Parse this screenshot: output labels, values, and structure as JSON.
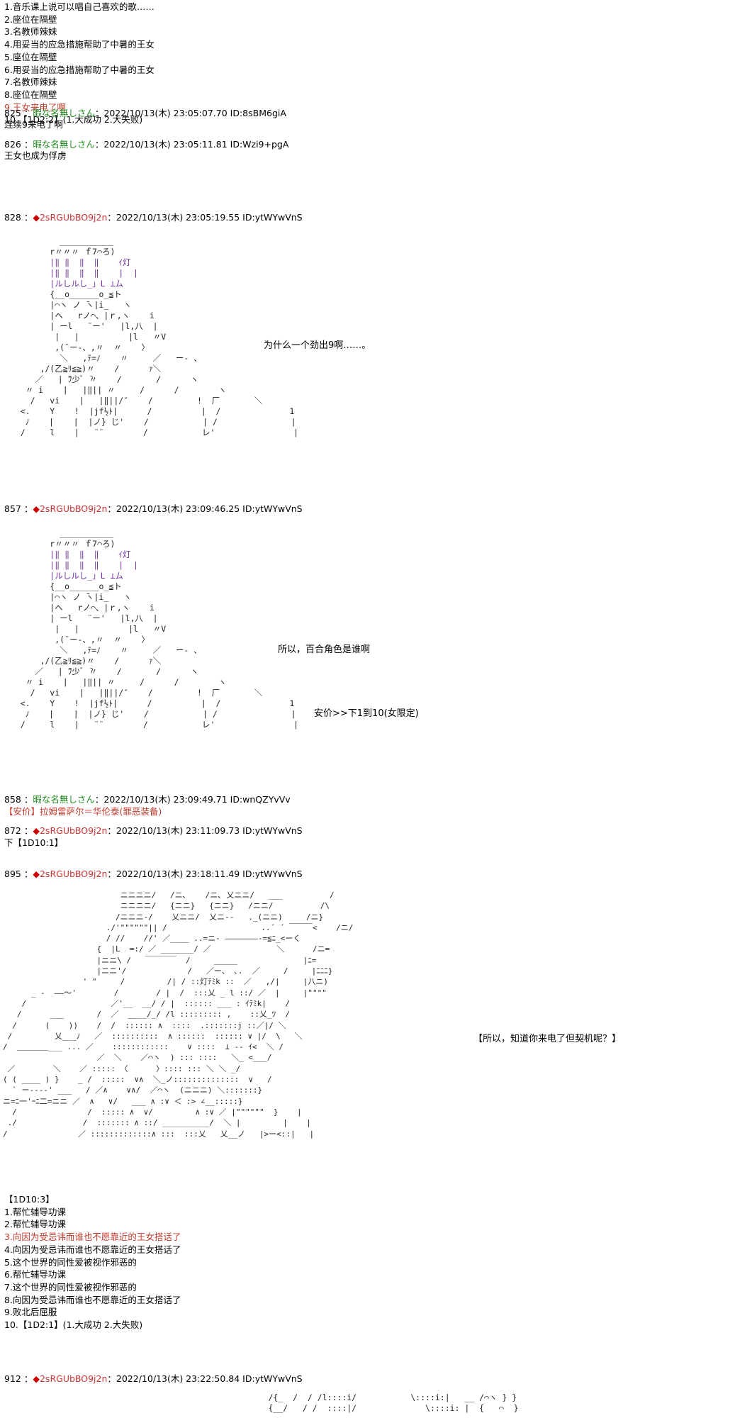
{
  "list1": [
    {
      "text": "1.音乐课上说可以唱自己喜欢的歌……",
      "hl": false
    },
    {
      "text": "2.座位在隔壁",
      "hl": false
    },
    {
      "text": "3.名教师辣妹",
      "hl": false
    },
    {
      "text": "4.用妥当的应急措施帮助了中暑的王女",
      "hl": false
    },
    {
      "text": "5.座位在隔壁",
      "hl": false
    },
    {
      "text": "6.用妥当的应急措施帮助了中暑的王女",
      "hl": false
    },
    {
      "text": "7.名教师辣妹",
      "hl": false
    },
    {
      "text": "8.座位在隔壁",
      "hl": false
    },
    {
      "text": "9.王女来电了啊",
      "hl": true
    },
    {
      "text": "10.【1D2:2】(1.大成功  2.大失败)",
      "hl": false
    }
  ],
  "posts": {
    "p825": {
      "num": "825",
      "sep": "：",
      "name": "暇な名無しさん",
      "meta": "：2022/10/13(木) 23:05:07.70 ID:8sBM6giA",
      "body": "连续9来电了啊"
    },
    "p826": {
      "num": "826",
      "sep": "：",
      "name": "暇な名無しさん",
      "meta": "：2022/10/13(木) 23:05:11.81 ID:Wzi9+pgA",
      "body": "王女也成为俘虏"
    },
    "p828": {
      "num": "828",
      "sep": "：",
      "diamond": "◆",
      "name": "2sRGUbBO9j2n",
      "meta": "：2022/10/13(木) 23:05:19.55 ID:ytWYwVnS",
      "say": "为什么一个劲出9啊……。"
    },
    "p857": {
      "num": "857",
      "sep": "：",
      "diamond": "◆",
      "name": "2sRGUbBO9j2n",
      "meta": "：2022/10/13(木) 23:09:46.25 ID:ytWYwVnS",
      "say": "所以，百合角色是谁啊",
      "say2": "安价>>下1到10(女限定)"
    },
    "p858": {
      "num": "858",
      "sep": "：",
      "name": "暇な名無しさん",
      "meta": "：2022/10/13(木) 23:09:49.71 ID:wnQZYvVv",
      "body": "【安价】拉姆雷萨尔＝华伦泰(罪恶装备)"
    },
    "p872": {
      "num": "872",
      "sep": "：",
      "diamond": "◆",
      "name": "2sRGUbBO9j2n",
      "meta": "：2022/10/13(木) 23:11:09.73 ID:ytWYwVnS",
      "body": "下【1D10:1】"
    },
    "p895": {
      "num": "895",
      "sep": "：",
      "diamond": "◆",
      "name": "2sRGUbBO9j2n",
      "meta": "：2022/10/13(木) 23:18:11.49 ID:ytWYwVnS",
      "say": "【所以，知道你来电了但契机呢？】"
    },
    "p912": {
      "num": "912",
      "sep": "：",
      "diamond": "◆",
      "name": "2sRGUbBO9j2n",
      "meta": "：2022/10/13(木) 23:22:50.84 ID:ytWYwVnS"
    }
  },
  "list2": [
    {
      "text": "【1D10:3】",
      "hl": false
    },
    {
      "text": "1.帮忙辅导功课",
      "hl": false
    },
    {
      "text": "2.帮忙辅导功课",
      "hl": false
    },
    {
      "text": "3.向因为受忌讳而谁也不愿靠近的王女搭话了",
      "hl": true
    },
    {
      "text": "4.向因为受忌讳而谁也不愿靠近的王女搭话了",
      "hl": false
    },
    {
      "text": "5.这个世界的同性爱被视作邪恶的",
      "hl": false
    },
    {
      "text": "6.帮忙辅导功课",
      "hl": false
    },
    {
      "text": "7.这个世界的同性爱被视作邪恶的",
      "hl": false
    },
    {
      "text": "8.向因为受忌讳而谁也不愿靠近的王女搭话了",
      "hl": false
    },
    {
      "text": "9.败北后屈服",
      "hl": false
    },
    {
      "text": "10.【1D2:1】(1.大成功  2.大失败)",
      "hl": false
    }
  ],
  "art": {
    "char": "           ___________\n         r〃〃〃 ｆ7⌒ろ)\n         |‖ ‖  ‖  ‖    ｲ灯\n         |‖ ‖  ‖  ‖    |  |\n         |ルしルし_」L ⊥ム\n         {__o______o_≦ト\n         |⌒ヽ ノ ̄ヽ|i_   ヽ\n         |ヘ   rノ⌒、|ｒ,ヽ    i\n         | ーl   ¨ー'   |l,八  |\n          |   |          |l   〃V\n          ,(¨ー-、,〃  〃    〉\n           ＼   ,ﾃ=ﾉ    〃     ／   ー- 、\n       ,/(乙≧ﾘ≦≧)〃    /      ｧ＼\n      ／   | ̄ﾌ少ﾞ ̄〃    /       /      ヽ\n    〃 i    |   |‖|| 〃     /      /        ヽ\n     /   vi    |   |‖||/″    /         !  厂       ＼\n   <.    Y    !  |jf½ﾄ|      /          |  /              1\n    ﾉ    |    |  |ノ} じ'    /           | /               |\n   /     l    |   ¨¨        /           レ'                |",
    "car": "                         ニニニニ/   /ニ､    /ニ､ 乂ニニ/   ___          /\n                         ニニニニ/   {ニニ}   {ニニ}   /ニニ/          /\\\n                        /ニニニ-/    乂ニニ/  乂ニ--   ._(ニニ)     /ニ}\n                      ./'\"\"\"\"\"\"|| /                    ..´ ´ ￣￣￣<    /ニ/\n                      / //    //' ／____ ..=ニ- ―――――――-=≦ﾆ_<ーく\n                    {  |L  =:/ ／ _______/ ／              ＼      /ニ=\n                    |ニニ\\ /   ￣￣￣￣  /     _____              |ﾆ=\n                    |ニニ'/             /   ／ー、 ､.  ／     /     |ﾆﾆﾆ}\n                 ' \"     /         /| / ::灯ﾃﾐk ::  ／   ,/|     |八ニ)\n      _ -  ――〜'        /        / |  /  :::乂 _ l ::/ ／  |     |\"\"\"\"\n    /                  ／'__  __/ / |  :::::: ___ : ｲﾃﾐk|    /\n   /      ___       /  ／  ____/_/ /l ::::::::: ,    ::乂_ﾂ  /\n  /      (    ))    /  /  :::::: ∧  ::::  .:::::::j ::／|/ ＼\n /         乂___ﾉ   ／  ::::::::::  ∧ ::::::  :::::: ∨ |/  \\   ＼\n/  ＿＿＿＿___ ... ／    ::::::::::::    ∨ ::::  ⊥ -- ｲ<  ＼ /\n                    ／  ＼    ／⌒ヽ  ) ::: ::::   ＼_ <___/\n ／        ＼    ／ ::::: 〈      〉:::: ::: ＼ ＼ _/\n( ( ____ ) }    _ /  :::::  ∨∧  ＼_ノ::::::::::::::  ∨   /\n  ` ー----' ___   / ／∧    ∨∧/  ／⌒ヽ  (ニニニ) ＼:::::::}\nニ=ﾆ一'ｰﾆ二=ニニ ／  ∧   ∨/   ___ ∧ :∨ ＜ :> ∠__:::::}\n  /               /  ::::: ∧  ∨/         ∧ :∨ ／ |\"\"\"\"\"\"  }    |\n ./              /  ::::::: ∧ ::/ __________/  ＼ |         |    |\n/               ／ :::::::::::::∧ :::  :::乂   乂__ノ   |>ー<::|   |"
  },
  "tail_art": "       /{_  /  / /l::::i/           \\::::i:|   __ /⌒ヽ } }\n       {__/   / /  ::::|/              \\::::i: |  {   ⌒  }"
}
